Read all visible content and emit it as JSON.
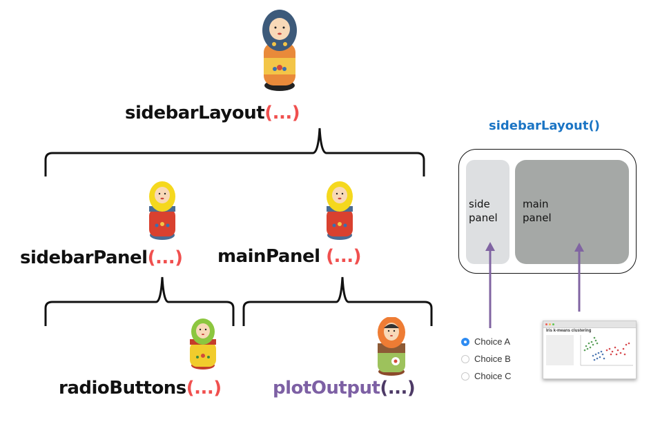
{
  "diagram": {
    "top": {
      "name": "sidebarLayout",
      "args": "(...)",
      "doll": "doll-large-icon"
    },
    "level2": [
      {
        "name": "sidebarPanel",
        "args": "(...)",
        "doll": "doll-medium-icon"
      },
      {
        "name": "mainPanel ",
        "args": "(...)",
        "doll": "doll-medium-icon"
      }
    ],
    "level3": [
      {
        "name": "radioButtons",
        "args": "(...)",
        "doll": "doll-small-icon"
      },
      {
        "name": "plotOutput",
        "args": "(...)",
        "doll": "doll-small-icon"
      }
    ]
  },
  "layout_panel": {
    "title": "sidebarLayout()",
    "side_panel": [
      "side",
      "panel"
    ],
    "main_panel": [
      "main",
      "panel"
    ]
  },
  "radio_example": {
    "options": [
      "Choice A",
      "Choice B",
      "Choice C"
    ],
    "selected": "Choice A"
  },
  "plot_thumbnail": {
    "title": "Iris k-means clustering"
  },
  "colors": {
    "ellipsis_red": "#f0504f",
    "plot_purple": "#7d60a4",
    "title_blue": "#1a74c4",
    "arrow_purple": "#8064a2",
    "side_panel_gray": "#dddfe1",
    "main_panel_gray": "#a5a8a6"
  }
}
